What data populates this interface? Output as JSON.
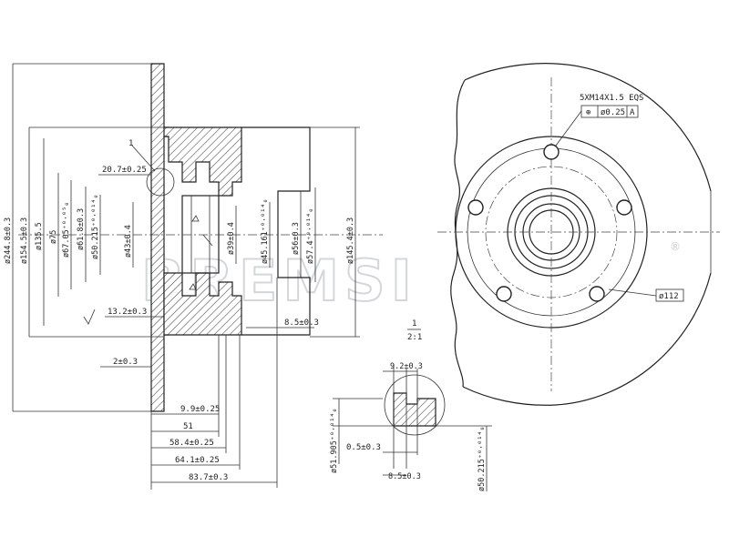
{
  "watermark": {
    "text": "BREMSI",
    "mark": "®"
  },
  "section_view": {
    "vertical_dims": [
      "ø244.8±0.3",
      "ø154.5±0.3",
      "ø135.5",
      "ø75",
      "ø67.05⁺⁰·⁰⁵₀",
      "ø61.8±0.3",
      "ø50.215⁺⁰·⁰¹⁴₀",
      "ø43±0.4",
      "ø39±0.4",
      "ø45.161⁺⁰·⁰¹⁴₀",
      "ø56±0.3",
      "ø57.4⁺⁰·⁰¹⁴₀",
      "ø145.4±0.3"
    ],
    "horizontal_dims": {
      "d20_7": "20.7±0.25",
      "d13_2": "13.2±0.3",
      "d8_5": "8.5±0.3",
      "d2": "2±0.3",
      "d9_9": "9.9±0.25",
      "d51": "51",
      "d58_4": "58.4±0.25",
      "d64_1": "64.1±0.25",
      "d83_7": "83.7±0.3"
    },
    "label_1": "1"
  },
  "scale": {
    "num": "1",
    "den": "2:1"
  },
  "detail_view": {
    "top_dim": "9.2±0.3",
    "d0_5": "0.5±0.3",
    "d8_5": "8.5±0.3",
    "left_dim": "ø51.905⁺⁰·⁰¹⁴₀",
    "right_dim": "ø50.215⁺⁰·⁰¹⁴₀"
  },
  "front_view": {
    "bolt_spec": "5XM14X1.5 EQS",
    "tolerance_symbol": "⊕",
    "tolerance_value": "ø0.25",
    "datum": "A",
    "pcd": "ø112"
  }
}
